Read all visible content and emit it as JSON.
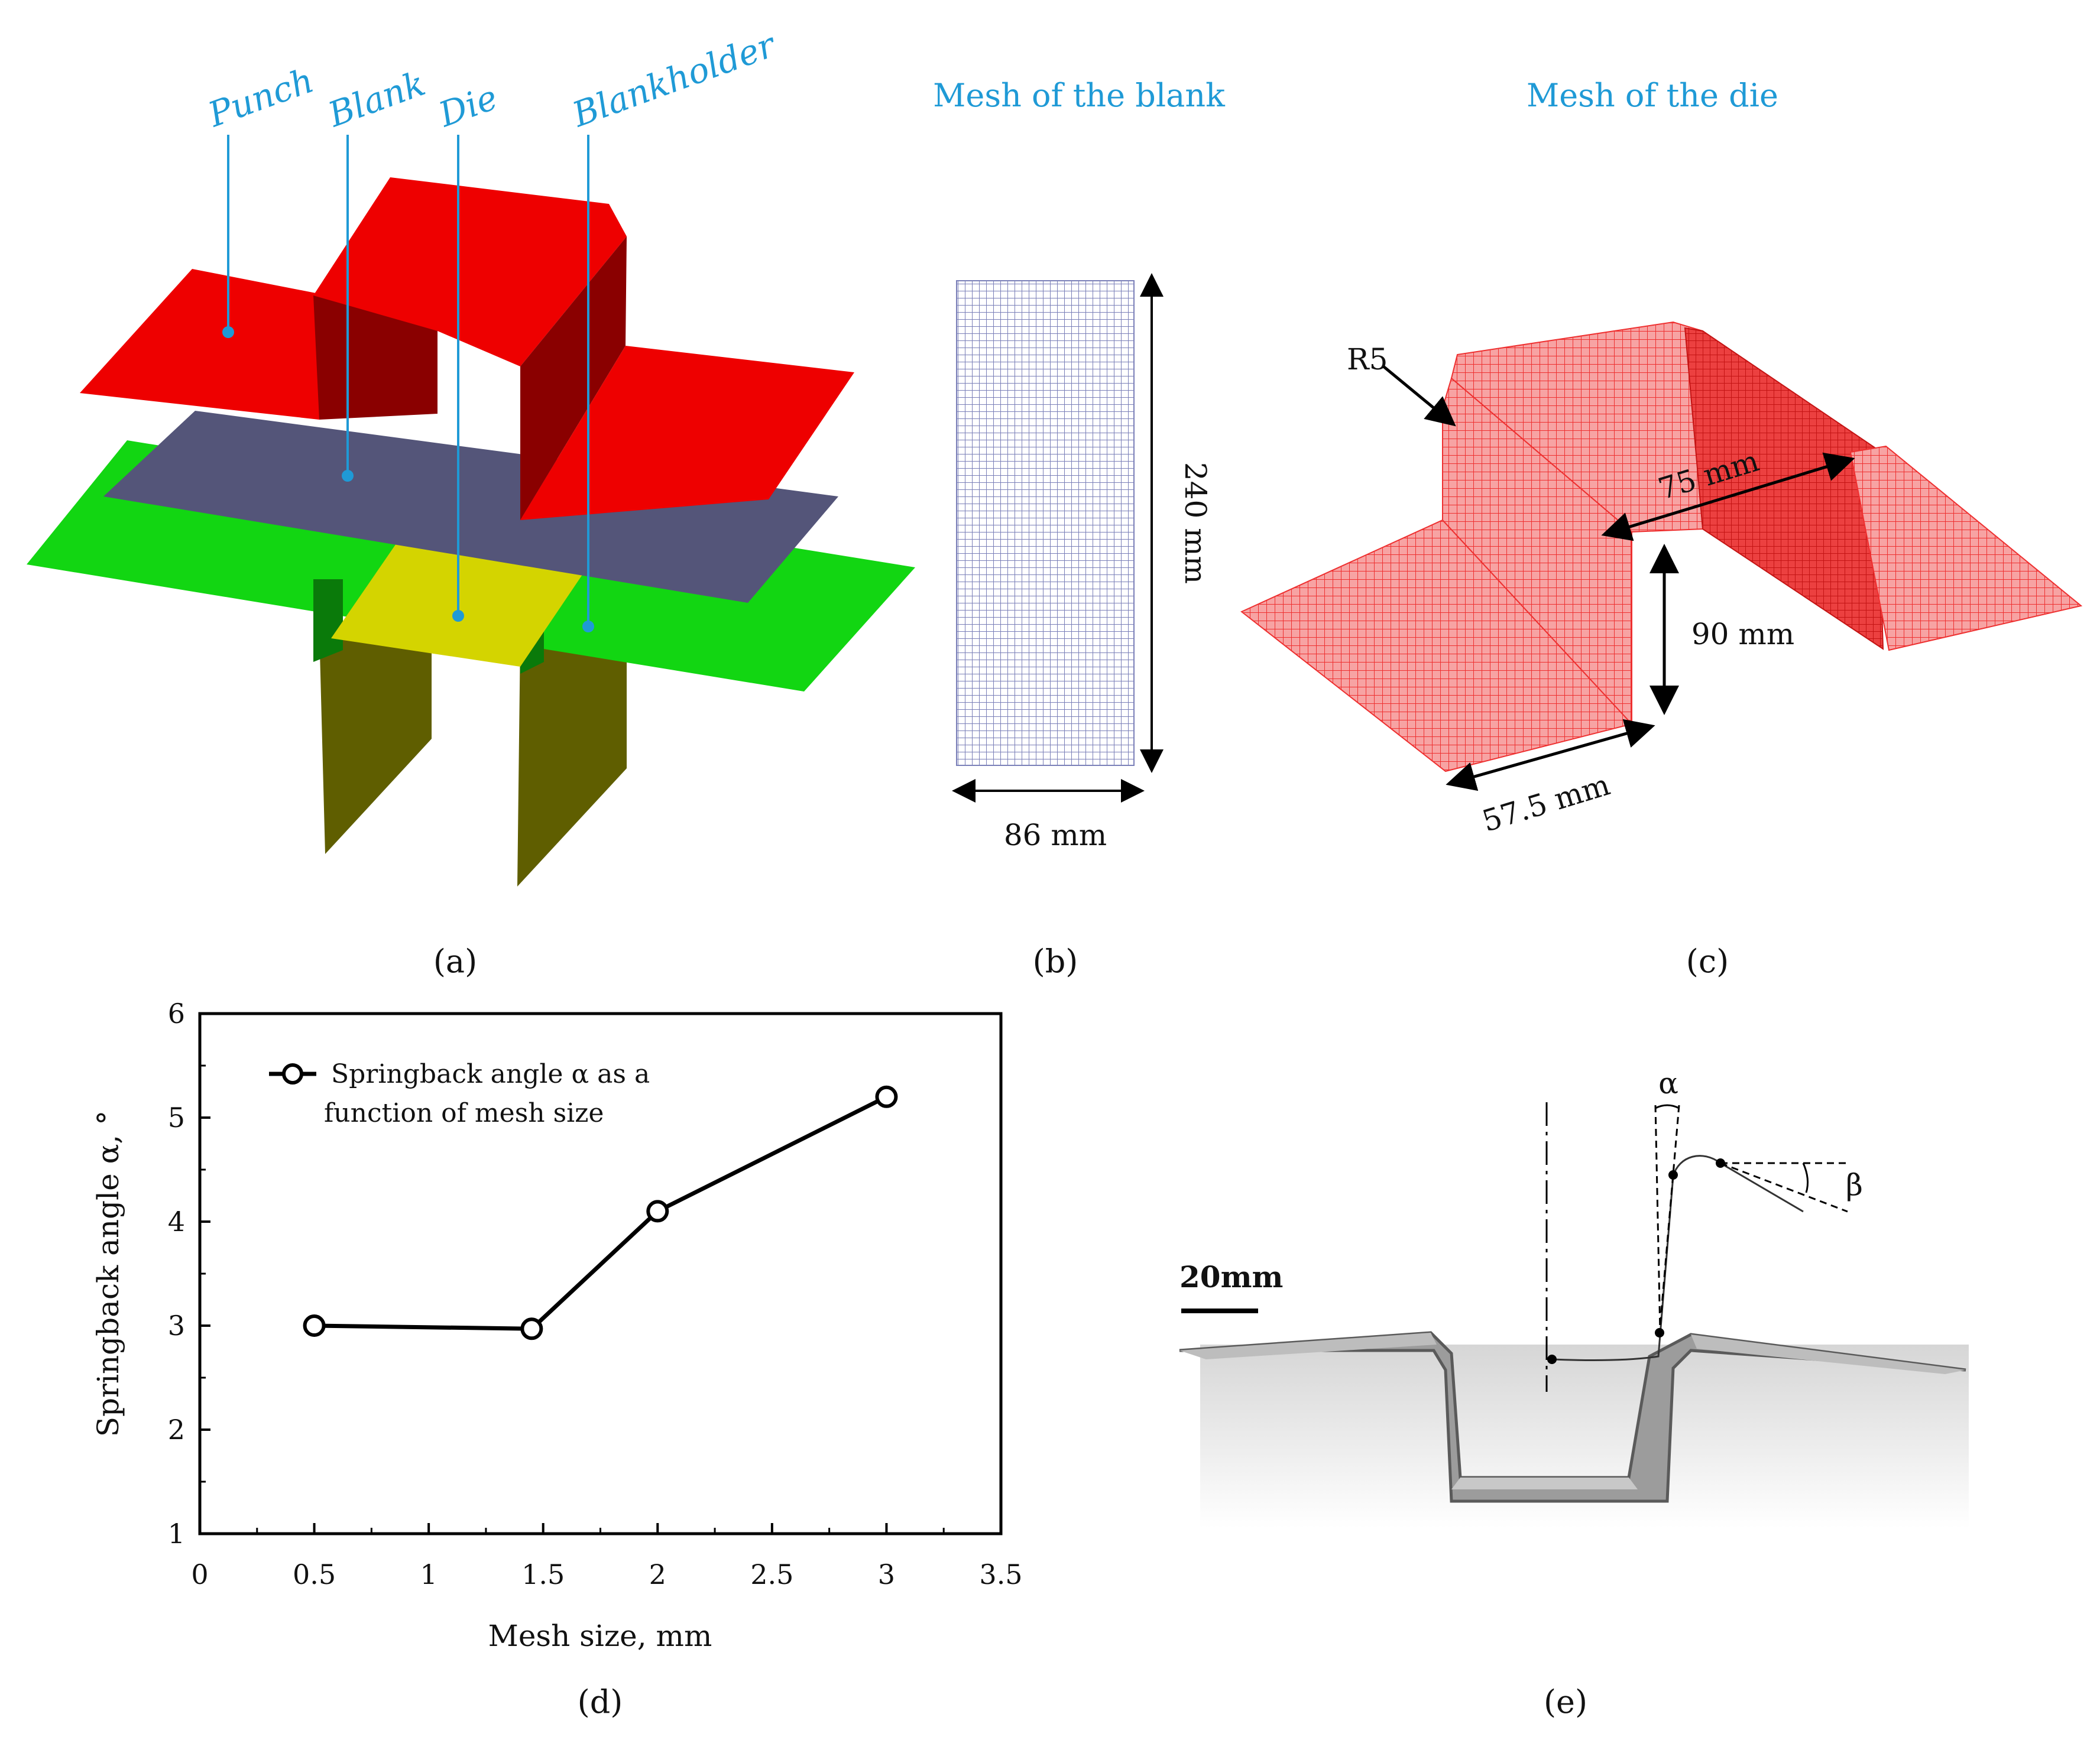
{
  "panel_a": {
    "callouts": [
      "Punch",
      "Blank",
      "Die",
      "Blankholder"
    ],
    "label": "(a)"
  },
  "panel_b": {
    "title": "Mesh of the blank",
    "height_dim": "240 mm",
    "width_dim": "86 mm",
    "label": "(b)"
  },
  "panel_c": {
    "title": "Mesh of the die",
    "radius_label": "R5",
    "dim_75": "75 mm",
    "dim_90": "90 mm",
    "dim_575": "57.5 mm",
    "label": "(c)"
  },
  "panel_d": {
    "label": "(d)",
    "legend_line1": "Springback angle α as a",
    "legend_line2": "function of mesh size"
  },
  "panel_e": {
    "label": "(e)",
    "scale_bar": "20mm",
    "alpha": "α",
    "beta": "β"
  },
  "chart_data": {
    "type": "line",
    "title": "",
    "xlabel": "Mesh size, mm",
    "ylabel": "Springback angle α, °",
    "xlim": [
      0,
      3.5
    ],
    "ylim": [
      1,
      6
    ],
    "x_ticks": [
      "0",
      "0.5",
      "1",
      "1.5",
      "2",
      "2.5",
      "3",
      "3.5"
    ],
    "y_ticks": [
      "1",
      "2",
      "3",
      "4",
      "5",
      "6"
    ],
    "grid": false,
    "legend_position": "top-left",
    "series": [
      {
        "name": "Springback angle α as a function of mesh size",
        "x": [
          0.5,
          1.45,
          2,
          3
        ],
        "y": [
          3.0,
          2.97,
          4.1,
          5.2
        ]
      }
    ]
  }
}
